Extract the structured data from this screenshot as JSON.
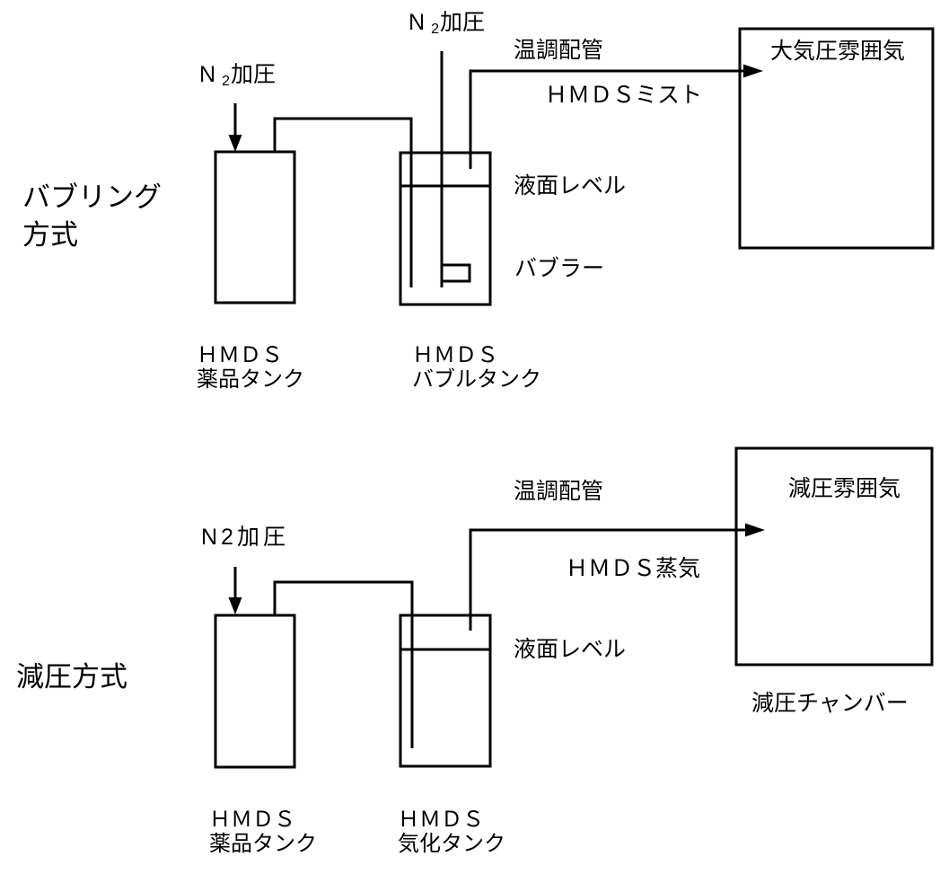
{
  "colors": {
    "ink": "#000000",
    "background": "#ffffff"
  },
  "top": {
    "title_lines": [
      "バブリング",
      "方式"
    ],
    "tank1_n2": {
      "base": "N",
      "sub": "2",
      "rest": "加圧"
    },
    "tank2_n2": {
      "base": "N",
      "sub": "2",
      "rest": "加圧"
    },
    "pipe_label": "温調配管",
    "flow_label": "ＨＭＤＳミスト",
    "chamber_label": "大気圧雰囲気",
    "level_label": "液面レベル",
    "bubbler_label": "バブラー",
    "tank1_caption": [
      "ＨＭＤＳ",
      "薬品タンク"
    ],
    "tank2_caption": [
      "ＨＭＤＳ",
      "バブルタンク"
    ]
  },
  "bottom": {
    "title": "減圧方式",
    "tank1_n2": "N2加圧",
    "pipe_label": "温調配管",
    "flow_label": "ＨＭＤＳ蒸気",
    "chamber_label": "減圧雰囲気",
    "chamber_caption": "減圧チャンバー",
    "level_label": "液面レベル",
    "tank1_caption": [
      "ＨＭＤＳ",
      "薬品タンク"
    ],
    "tank2_caption": [
      "ＨＭＤＳ",
      "気化タンク"
    ]
  }
}
